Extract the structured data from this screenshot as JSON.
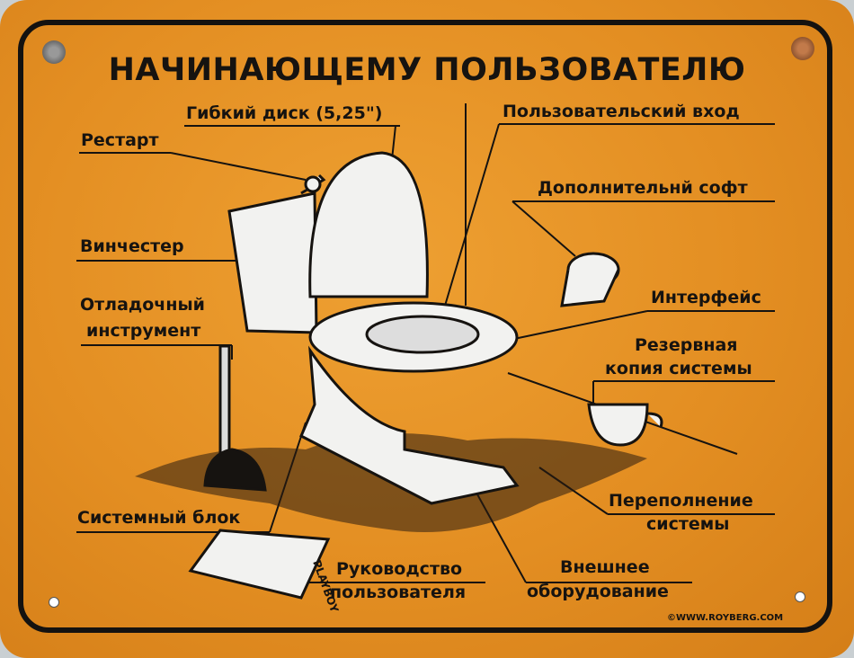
{
  "title": "НАЧИНАЮЩЕМУ ПОЛЬЗОВАТЕЛЮ",
  "labels": {
    "floppy": "Гибкий диск (5,25\")",
    "restart": "Рестарт",
    "user_input": "Пользовательский вход",
    "extra_soft": "Дополнительнй софт",
    "hdd": "Винчестер",
    "debug_1": "Отладочный",
    "debug_2": "инструмент",
    "interface": "Интерфейс",
    "backup_1": "Резервная",
    "backup_2": "копия системы",
    "system_unit": "Системный блок",
    "overflow_1": "Переполнение",
    "overflow_2": "системы",
    "manual_1": "Руководство",
    "manual_2": "пользователя",
    "external_1": "Внешнее",
    "external_2": "оборудование"
  },
  "magazine_text": "PLAYBOY",
  "copyright": "©WWW.ROYBERG.COM",
  "colors": {
    "sign": "#e38e22",
    "ink": "#161310",
    "white": "#f2f2f0"
  }
}
